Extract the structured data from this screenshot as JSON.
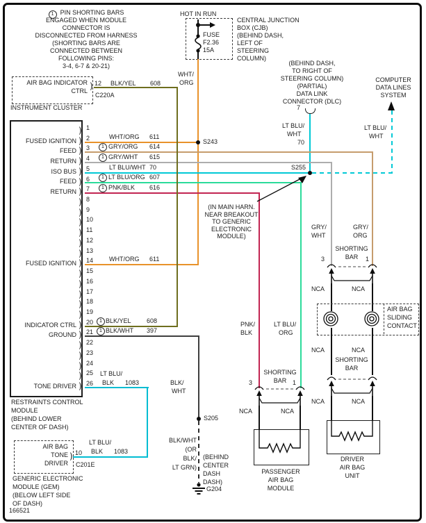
{
  "colors": {
    "wht_org": "#e8922a",
    "gry_org": "#c69c6d",
    "gry_wht": "#adadad",
    "lt_blu_wht": "#00c9d6",
    "lt_blu_org": "#2bdb9a",
    "pnk_blk": "#c22451",
    "blk_yel": "#6e6e1e",
    "blk_wht": "#3e3e3e",
    "lt_blu_blk": "#00bcd2",
    "nca_wire": "#111111"
  },
  "note": {
    "marker": "1",
    "line1": "PIN SHORTING BARS",
    "lines": [
      "ENGAGED WHEN MODULE",
      "CONNECTOR IS",
      "DISCONNECTED FROM HARNESS",
      "(SHORTING BARS ARE",
      "CONNECTED BETWEEN",
      "FOLLOWING PINS:",
      "3-4, 6-7 & 20-21)"
    ]
  },
  "power": {
    "hot_in_run": "HOT IN RUN",
    "fuse_l1": "FUSE",
    "fuse_l2": "F2.36",
    "fuse_l3": "15A",
    "wire_l1": "WHT/",
    "wire_l2": "ORG",
    "cjb_lines": [
      "CENTRAL JUNCTION",
      "BOX (CJB)",
      "(BEHIND DASH,",
      "LEFT OF",
      "STEERING",
      "COLUMN)"
    ]
  },
  "cluster": {
    "label_l1": "AIR BAG INDICATOR",
    "label_l2": "CTRL",
    "pin": "12",
    "wire": "BLK/YEL",
    "code": "608",
    "connector": "C220A",
    "name": "INSTRUMENT CLUSTER"
  },
  "dlc": {
    "lines": [
      "(BEHIND DASH,",
      "TO RIGHT OF",
      "STEERING COLUMN)",
      "(PARTIAL)",
      "DATA LINK",
      "CONNECTOR (DLC)"
    ],
    "pin": "7",
    "wire_l1": "LT BLU/",
    "wire_l2": "WHT",
    "code": "70"
  },
  "cdl": {
    "lines": [
      "COMPUTER",
      "DATA LINES",
      "SYSTEM"
    ],
    "wire_l1": "LT BLU/",
    "wire_l2": "WHT"
  },
  "splices": {
    "s243": "S243",
    "s255": "S255",
    "s205": "S205"
  },
  "harn_note": {
    "lines": [
      "(IN MAIN HARN.",
      "NEAR BREAKOUT",
      "TO GENERIC",
      "ELECTRONIC",
      "MODULE)"
    ]
  },
  "rcm": {
    "pins": [
      "1",
      "2",
      "3",
      "4",
      "5",
      "6",
      "7",
      "8",
      "9",
      "10",
      "11",
      "12",
      "13",
      "14",
      "15",
      "16",
      "17",
      "18",
      "19",
      "20",
      "21",
      "22",
      "23",
      "24",
      "25",
      "26"
    ],
    "left_labels": [
      "FUSED IGNITION",
      "FEED",
      "RETURN",
      "ISO BUS",
      "FEED",
      "RETURN",
      "FUSED IGNITION",
      "INDICATOR CTRL",
      "GROUND",
      "TONE DRIVER"
    ],
    "wires": [
      {
        "name": "WHT/ORG",
        "code": "611"
      },
      {
        "name": "GRY/ORG",
        "code": "614"
      },
      {
        "name": "GRY/WHT",
        "code": "615"
      },
      {
        "name": "LT BLU/WHT",
        "code": "70"
      },
      {
        "name": "LT BLU/ORG",
        "code": "607"
      },
      {
        "name": "PNK/BLK",
        "code": "616"
      },
      {
        "name": "WHT/ORG",
        "code": "611"
      },
      {
        "name": "BLK/YEL",
        "code": "608"
      },
      {
        "name": "BLK/WHT",
        "code": "397"
      }
    ],
    "pin26_wire": {
      "l1": "LT BLU/",
      "l2": "BLK",
      "code": "1083"
    },
    "name_lines": [
      "RESTRAINTS CONTROL",
      "MODULE",
      "(BEHIND LOWER",
      "CENTER OF DASH)"
    ]
  },
  "shared": {
    "shorting": "SHORTING",
    "bar": "BAR",
    "nca": "NCA",
    "pin3": "3",
    "pin1": "1"
  },
  "driver": {
    "left_l1": "GRY/",
    "left_l2": "WHT",
    "right_l1": "GRY/",
    "right_l2": "ORG",
    "sliding_lines": [
      "AIR BAG",
      "SLIDING",
      "CONTACT"
    ],
    "unit_lines": [
      "DRIVER",
      "AIR BAG",
      "UNIT"
    ]
  },
  "passenger": {
    "left_l1": "PNK/",
    "left_l2": "BLK",
    "right_l1": "LT BLU/",
    "right_l2": "ORG",
    "module_lines": [
      "PASSENGER",
      "AIR BAG",
      "MODULE"
    ]
  },
  "ground_path": {
    "wire_l1": "BLK/",
    "wire_l2": "WHT",
    "stack": [
      "BLK/WHT",
      "(OR",
      "BLK/",
      "LT GRN)"
    ],
    "behind": [
      "(BEHIND",
      "CENTER",
      "DASH",
      "DASH)"
    ],
    "ground_id": "G204"
  },
  "gem": {
    "label_lines": [
      "AIR BAG",
      "TONE",
      "DRIVER"
    ],
    "pin": "10",
    "wire_l1": "LT BLU/",
    "wire_l2": "BLK",
    "code": "1083",
    "connector": "C201E",
    "name_lines": [
      "GENERIC ELECTRONIC",
      "MODULE (GEM)",
      "(BELOW LEFT SIDE",
      "OF DASH)"
    ]
  },
  "doc_number": "166521"
}
